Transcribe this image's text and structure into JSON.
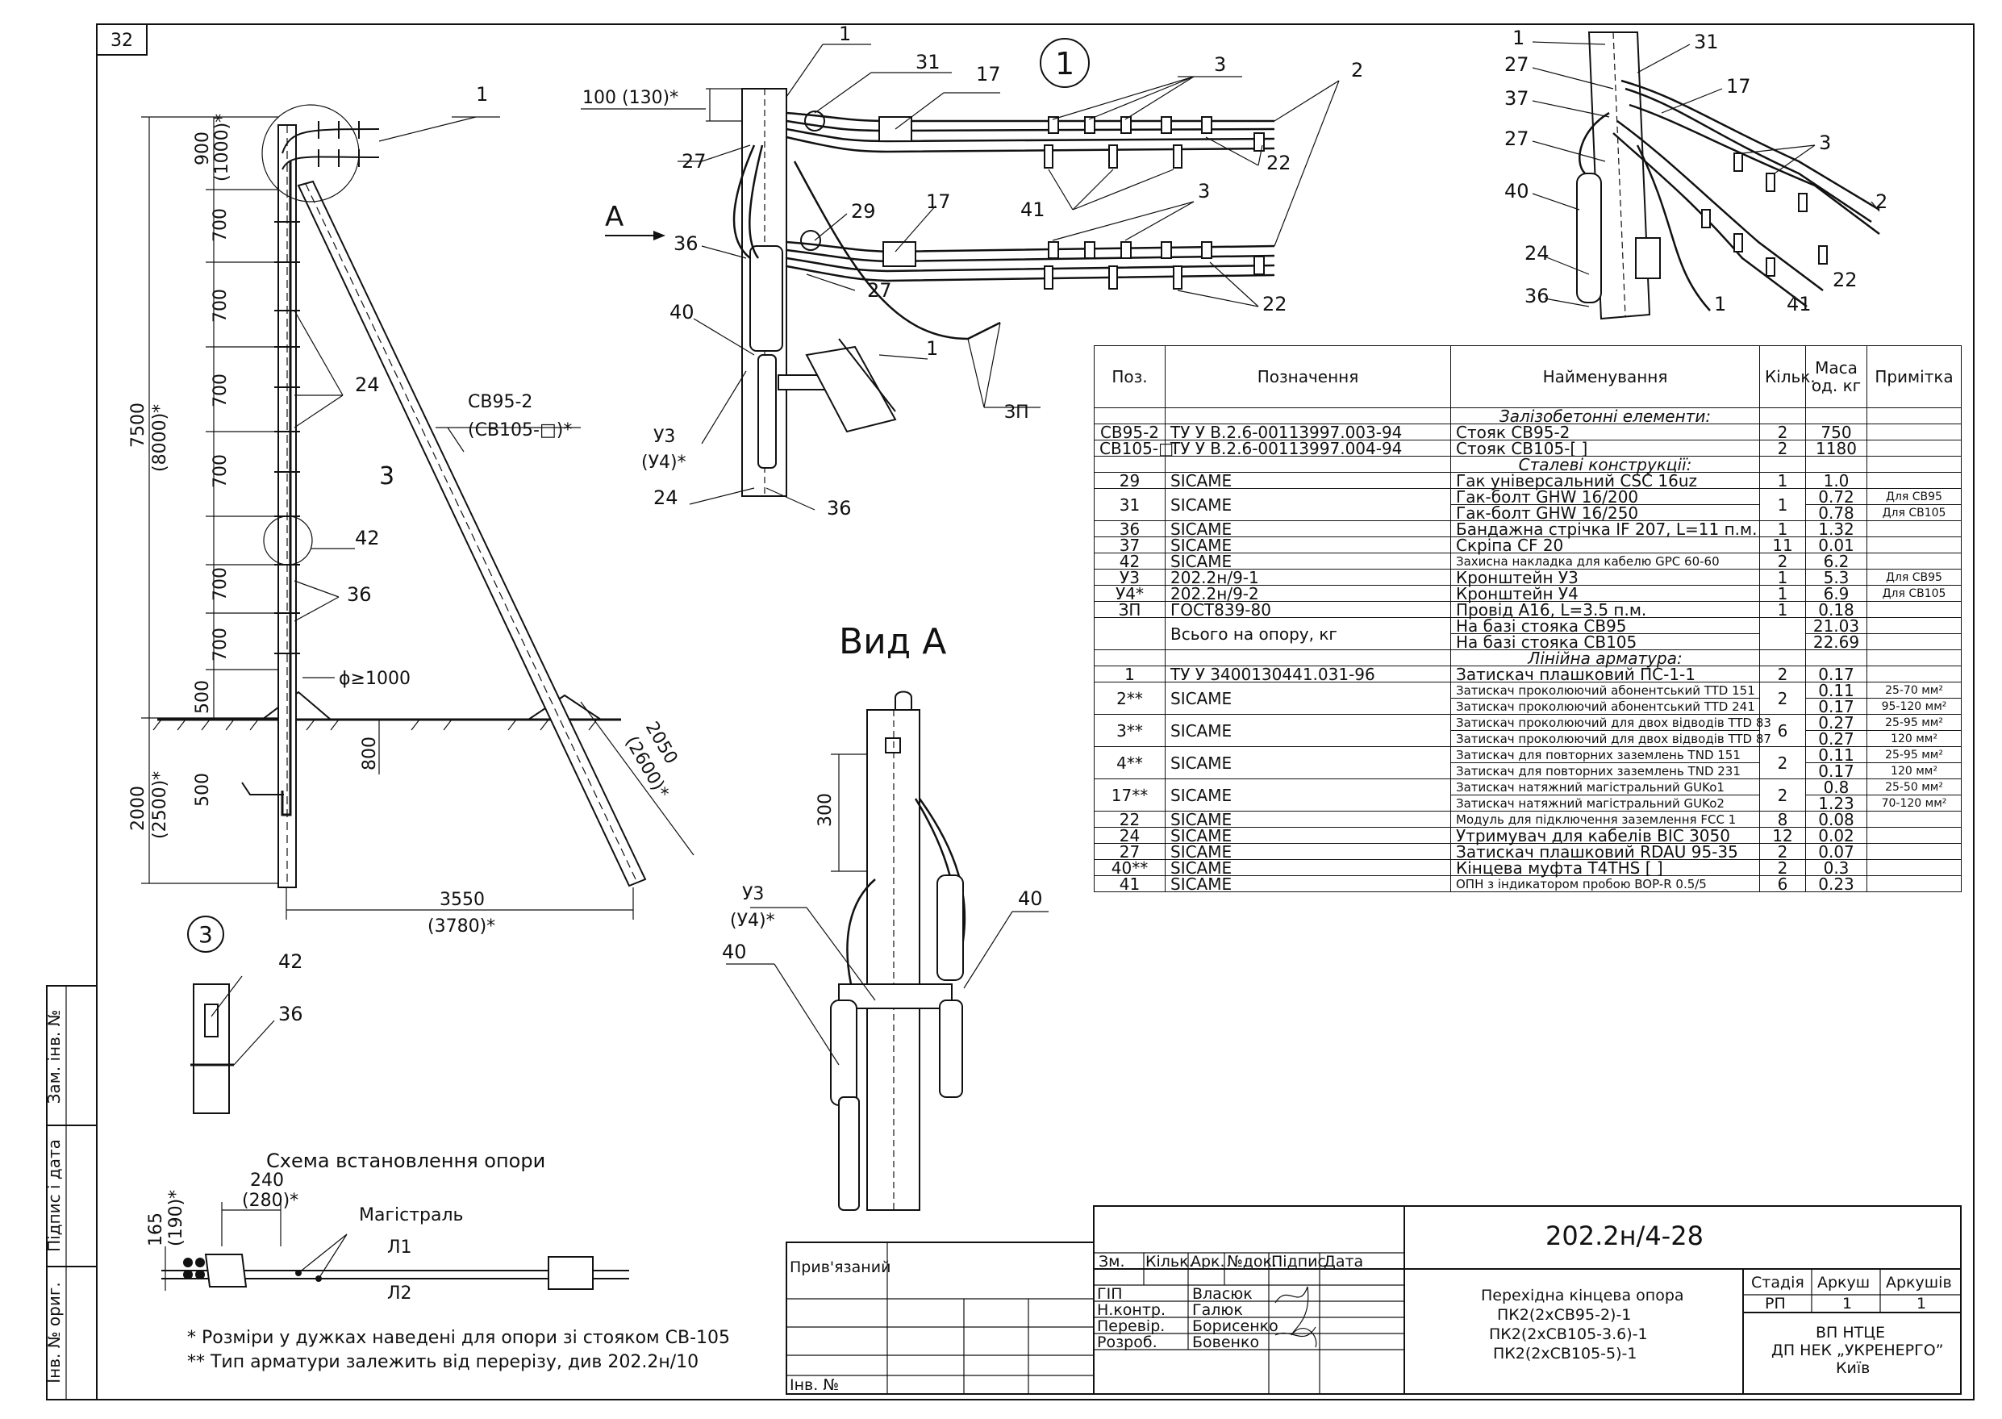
{
  "sheet_number": "32",
  "notes": {
    "note1": "* Розміри у дужках наведені для опори зі стояком СВ-105",
    "note2": "** Тип арматури залежить від перерізу, див 202.2н/10"
  },
  "views": {
    "main_callout": "1",
    "detail_3": "3",
    "view_a_title": "Вид А",
    "arrow_a": "А",
    "scheme_title": "Схема встановлення опори",
    "magistral": "Магістраль",
    "l1": "Л1",
    "l2": "Л2"
  },
  "dimensions": {
    "d900": "900",
    "d1000": "(1000)*",
    "d7500": "7500",
    "d8000": "(8000)*",
    "d700": "700",
    "d500": "500",
    "d2000": "2000",
    "d2500": "(2500)*",
    "d800": "800",
    "d3550": "3550",
    "d3780": "(3780)*",
    "d2050": "2050",
    "d2600": "(2600)*",
    "phi": "ϕ≥1000",
    "d100": "100 (130)*",
    "d300": "300",
    "d240": "240",
    "d280": "(280)*",
    "d165": "165",
    "d190": "(190)*",
    "sv95": "СВ95-2",
    "sv105": "(СВ105-□)*",
    "u3": "У3",
    "u4": "(У4)*",
    "zp": "ЗП"
  },
  "callouts": [
    "1",
    "2",
    "3",
    "17",
    "22",
    "24",
    "27",
    "29",
    "31",
    "36",
    "37",
    "40",
    "41",
    "42"
  ],
  "side_stamp": {
    "inv_orig": "Інв. № ориг.",
    "signature_date": "Підпис і дата",
    "zam_inv": "Зам. інв. №"
  },
  "spec_table": {
    "headers": [
      "Поз.",
      "Позначення",
      "Найменування",
      "Кільк.",
      "Маса од. кг",
      "Примітка"
    ],
    "rows": [
      {
        "type": "section",
        "name": "Залізобетонні елементи:"
      },
      {
        "pos": "СВ95-2",
        "code": "ТУ У В.2.6-00113997.003-94",
        "name": "Стояк СВ95-2",
        "qty": "2",
        "mass": "750",
        "note": ""
      },
      {
        "pos": "СВ105-□",
        "code": "ТУ У В.2.6-00113997.004-94",
        "name": "Стояк СВ105-[        ]",
        "qty": "2",
        "mass": "1180",
        "note": ""
      },
      {
        "type": "section",
        "name": "Сталеві конструкції:"
      },
      {
        "pos": "29",
        "code": "SICAME",
        "name": "Гак універсальний CSC 16uz",
        "qty": "1",
        "mass": "1.0",
        "note": ""
      },
      {
        "pos": "31",
        "code": "SICAME",
        "name": "Гак-болт GHW 16/200",
        "name2": "Гак-болт GHW 16/250",
        "qty": "1",
        "mass": "0.72",
        "mass2": "0.78",
        "note": "Для СВ95",
        "note2": "Для СВ105"
      },
      {
        "pos": "36",
        "code": "SICAME",
        "name": "Бандажна стрічка IF 207, L=11 п.м.",
        "qty": "1",
        "mass": "1.32",
        "note": ""
      },
      {
        "pos": "37",
        "code": "SICAME",
        "name": "Скріпа CF 20",
        "qty": "11",
        "mass": "0.01",
        "note": ""
      },
      {
        "pos": "42",
        "code": "SICAME",
        "name": "Захисна накладка для кабелю GPC 60-60",
        "qty": "2",
        "mass": "6.2",
        "note": ""
      },
      {
        "pos": "У3",
        "code": "202.2н/9-1",
        "name": "Кронштейн У3",
        "qty": "1",
        "mass": "5.3",
        "note": "Для СВ95"
      },
      {
        "pos": "У4*",
        "code": "202.2н/9-2",
        "name": "Кронштейн У4",
        "qty": "1",
        "mass": "6.9",
        "note": "Для СВ105"
      },
      {
        "pos": "ЗП",
        "code": "ГОСТ839-80",
        "name": "Провід А16, L=3.5 п.м.",
        "qty": "1",
        "mass": "0.18",
        "note": ""
      },
      {
        "pos": "",
        "code": "Всього на опору, кг",
        "name": "На базі стояка СВ95",
        "name2": "На базі стояка СВ105",
        "qty": "",
        "mass": "21.03",
        "mass2": "22.69",
        "note": ""
      },
      {
        "type": "section",
        "name": "Лінійна арматура:"
      },
      {
        "pos": "1",
        "code": "ТУ У 3400130441.031-96",
        "name": "Затискач плашковий ПС-1-1",
        "qty": "2",
        "mass": "0.17",
        "note": ""
      },
      {
        "pos": "2**",
        "code": "SICAME",
        "name": "Затискач проколюючий абонентський TTD 151",
        "name2": "Затискач проколюючий абонентський TTD 241",
        "qty": "2",
        "mass": "0.11",
        "mass2": "0.17",
        "note": "25-70 мм²",
        "note2": "95-120 мм²"
      },
      {
        "pos": "3**",
        "code": "SICAME",
        "name": "Затискач проколюючий для двох відводів TTD 83",
        "name2": "Затискач проколюючий для двох відводів TTD 87",
        "qty": "6",
        "mass": "0.27",
        "mass2": "0.27",
        "note": "25-95 мм²",
        "note2": "120 мм²"
      },
      {
        "pos": "4**",
        "code": "SICAME",
        "name": "Затискач для повторних заземлень TND 151",
        "name2": "Затискач для повторних заземлень TND 231",
        "qty": "2",
        "mass": "0.11",
        "mass2": "0.17",
        "note": "25-95 мм²",
        "note2": "120 мм²"
      },
      {
        "pos": "17**",
        "code": "SICAME",
        "name": "Затискач натяжний магістральний GUKo1",
        "name2": "Затискач натяжний магістральний GUKo2",
        "qty": "2",
        "mass": "0.8",
        "mass2": "1.23",
        "note": "25-50 мм²",
        "note2": "70-120 мм²"
      },
      {
        "pos": "22",
        "code": "SICAME",
        "name": "Модуль для підключення заземлення FCC 1",
        "qty": "8",
        "mass": "0.08",
        "note": ""
      },
      {
        "pos": "24",
        "code": "SICAME",
        "name": "Утримувач для кабелів BIC 3050",
        "qty": "12",
        "mass": "0.02",
        "note": ""
      },
      {
        "pos": "27",
        "code": "SICAME",
        "name": "Затискач плашковий RDAU 95-35",
        "qty": "2",
        "mass": "0.07",
        "note": ""
      },
      {
        "pos": "40**",
        "code": "SICAME",
        "name": "Кінцева муфта T4THS [          ]",
        "qty": "2",
        "mass": "0.3",
        "note": ""
      },
      {
        "pos": "41",
        "code": "SICAME",
        "name": "ОПН з індикатором пробою BOP-R 0.5/5",
        "qty": "6",
        "mass": "0.23",
        "note": ""
      }
    ]
  },
  "title_block": {
    "doc_code": "202.2н/4-28",
    "rev_headers": [
      "Зм.",
      "Кільк.",
      "Арк.",
      "№док.",
      "Підпис",
      "Дата"
    ],
    "roles": [
      {
        "role": "ГІП",
        "name": "Власюк"
      },
      {
        "role": "Н.контр.",
        "name": "Галюк"
      },
      {
        "role": "Перевір.",
        "name": "Борисенко"
      },
      {
        "role": "Розроб.",
        "name": "Бовенко"
      }
    ],
    "title_lines": [
      "Перехідна кінцева опора",
      "ПК2(2хСВ95-2)-1",
      "ПК2(2хСВ105-3.6)-1",
      "ПК2(2хСВ105-5)-1"
    ],
    "stage_label": "Стадія",
    "sheet_label": "Аркуш",
    "sheets_label": "Аркушів",
    "stage": "РП",
    "sheet": "1",
    "sheets": "1",
    "org_lines": [
      "ВП НТЦЕ",
      "ДП НЕК „УКРЕНЕРГО”",
      "Київ"
    ],
    "pryv": "Прив'язаний",
    "inv": "Інв. №"
  }
}
